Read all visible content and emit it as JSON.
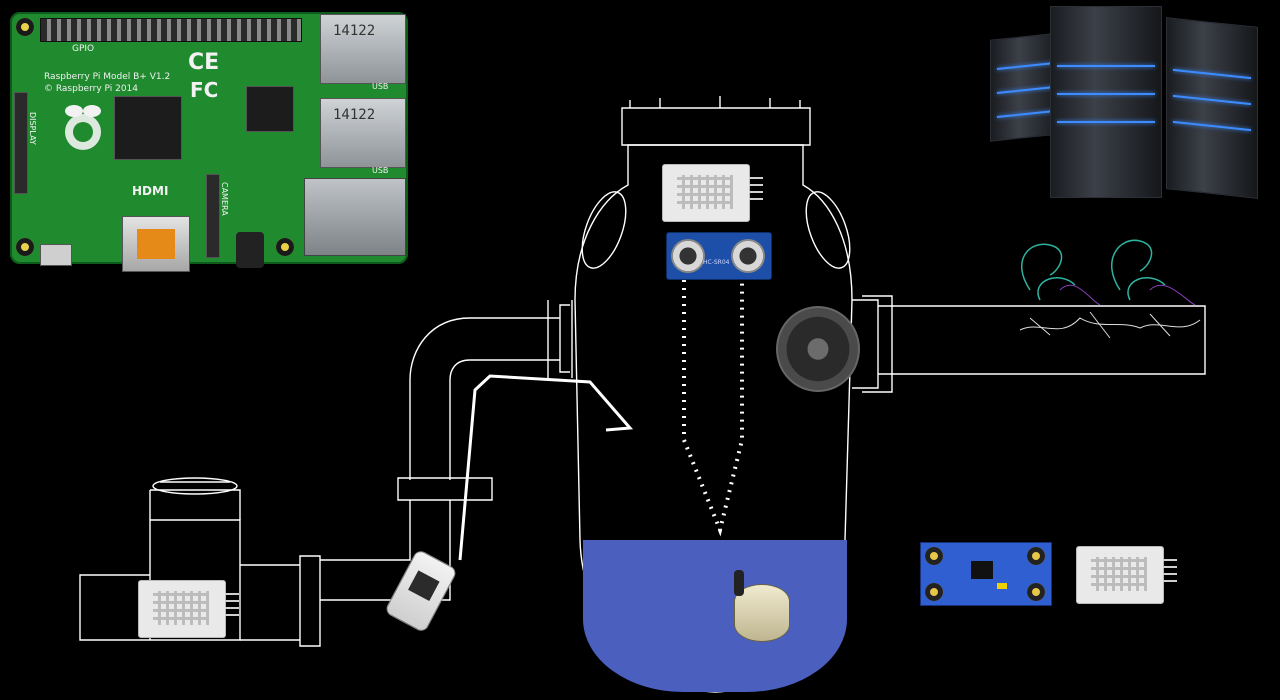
{
  "components": {
    "raspberry_pi": {
      "board_text": "Raspberry Pi Model B+ V1.2",
      "copyright_text": "© Raspberry Pi 2014",
      "gpio_label": "GPIO",
      "hdmi_label": "HDMI",
      "usb_label": "USB",
      "usb_code": "14122",
      "display_label": "DISPLAY",
      "camera_label": "CAMERA",
      "marks": [
        "CE",
        "FC"
      ]
    },
    "server": {
      "icon": "server-rack-icon"
    },
    "sensors": {
      "dht_count": 3,
      "ultrasonic_text": "HC-SR04",
      "light_sensor": "light-sensor-module"
    },
    "colors": {
      "background": "#000000",
      "pcb_green": "#1f8a2e",
      "water_blue": "#4a5fbe",
      "server_led": "#3d8cff",
      "sensor_blue": "#1d4fa8",
      "pipe_outline": "#ffffff"
    }
  }
}
